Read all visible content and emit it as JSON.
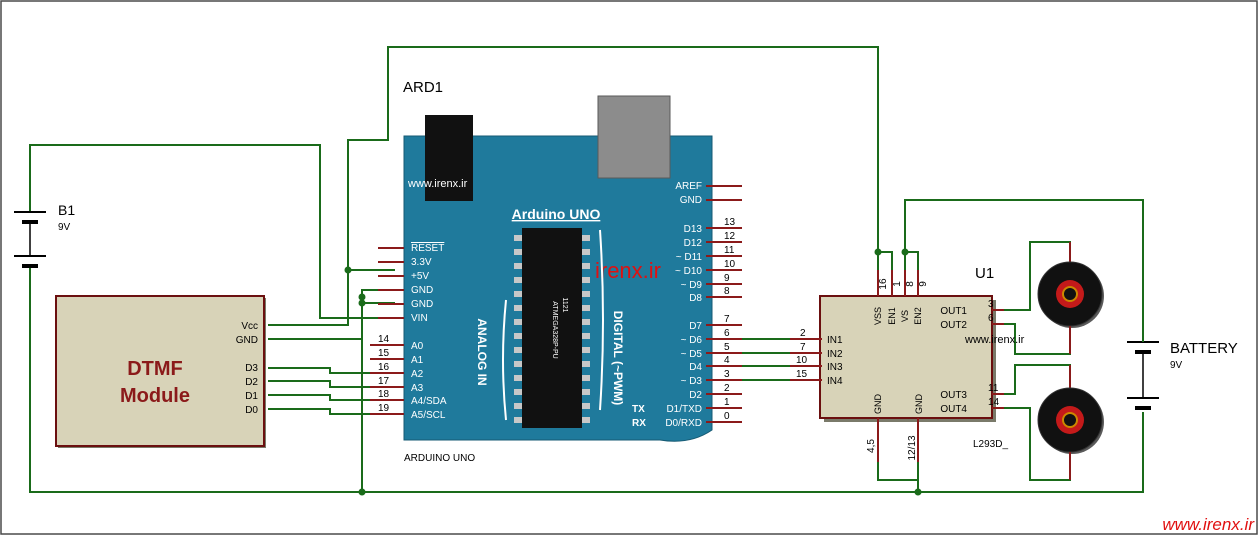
{
  "frame": {
    "border_color": "#4a4a4a",
    "wire_color": "#1a6b1a",
    "pin_color": "#8b1a1a",
    "board_color": "#1f7a9c"
  },
  "battery_b1": {
    "ref": "B1",
    "value": "9V"
  },
  "battery_main": {
    "ref": "BATTERY",
    "value": "9V"
  },
  "dtmf": {
    "title_line1": "DTMF",
    "title_line2": "Module",
    "pins": [
      "Vcc",
      "GND",
      "D3",
      "D2",
      "D1",
      "D0"
    ]
  },
  "arduino": {
    "ref": "ARD1",
    "watermark": "www.irenx.ir",
    "board_name": "Arduino UNO",
    "chip_label": "ATMEGA328P-PU",
    "chip_sub": "1121",
    "left_pins": [
      "RESET",
      "3.3V",
      "+5V",
      "GND",
      "GND",
      "VIN"
    ],
    "analog_pins": [
      {
        "num": "14",
        "label": "A0"
      },
      {
        "num": "15",
        "label": "A1"
      },
      {
        "num": "16",
        "label": "A2"
      },
      {
        "num": "17",
        "label": "A3"
      },
      {
        "num": "18",
        "label": "A4/SDA"
      },
      {
        "num": "19",
        "label": "A5/SCL"
      }
    ],
    "analog_title": "ANALOG IN",
    "digital_title": "DIGITAL (~PWM)",
    "center_watermark": "irenx.ir",
    "top_pins": [
      "AREF",
      "GND"
    ],
    "digital_pins": [
      {
        "num": "13",
        "label": "D13"
      },
      {
        "num": "12",
        "label": "D12"
      },
      {
        "num": "11",
        "label": "~ D11"
      },
      {
        "num": "10",
        "label": "~ D10"
      },
      {
        "num": "9",
        "label": "~ D9"
      },
      {
        "num": "8",
        "label": "D8"
      },
      {
        "num": "7",
        "label": "D7"
      },
      {
        "num": "6",
        "label": "~ D6"
      },
      {
        "num": "5",
        "label": "~ D5"
      },
      {
        "num": "4",
        "label": "D4"
      },
      {
        "num": "3",
        "label": "~ D3"
      },
      {
        "num": "2",
        "label": "D2"
      },
      {
        "num": "1",
        "label": "D1/TXD"
      },
      {
        "num": "0",
        "label": "D0/RXD"
      }
    ],
    "tx_label": "TX",
    "rx_label": "RX",
    "footer": "ARDUINO UNO"
  },
  "l293d": {
    "ref": "U1",
    "part": "L293D_",
    "top_pins": [
      {
        "num": "16",
        "label": "VSS"
      },
      {
        "num": "1",
        "label": "EN1"
      },
      {
        "num": "8",
        "label": "VS"
      },
      {
        "num": "9",
        "label": "EN2"
      }
    ],
    "inputs": [
      {
        "num": "2",
        "label": "IN1"
      },
      {
        "num": "7",
        "label": "IN2"
      },
      {
        "num": "10",
        "label": "IN3"
      },
      {
        "num": "15",
        "label": "IN4"
      }
    ],
    "outputs": [
      {
        "num": "3",
        "label": "OUT1"
      },
      {
        "num": "6",
        "label": "OUT2"
      },
      {
        "num": "11",
        "label": "OUT3"
      },
      {
        "num": "14",
        "label": "OUT4"
      }
    ],
    "gnd_labels": [
      "GND",
      "GND"
    ],
    "gnd_pins": [
      "4,5",
      "12/13"
    ],
    "watermark": "www.irenx.ir"
  },
  "footer_watermark": "www.irenx.ir"
}
